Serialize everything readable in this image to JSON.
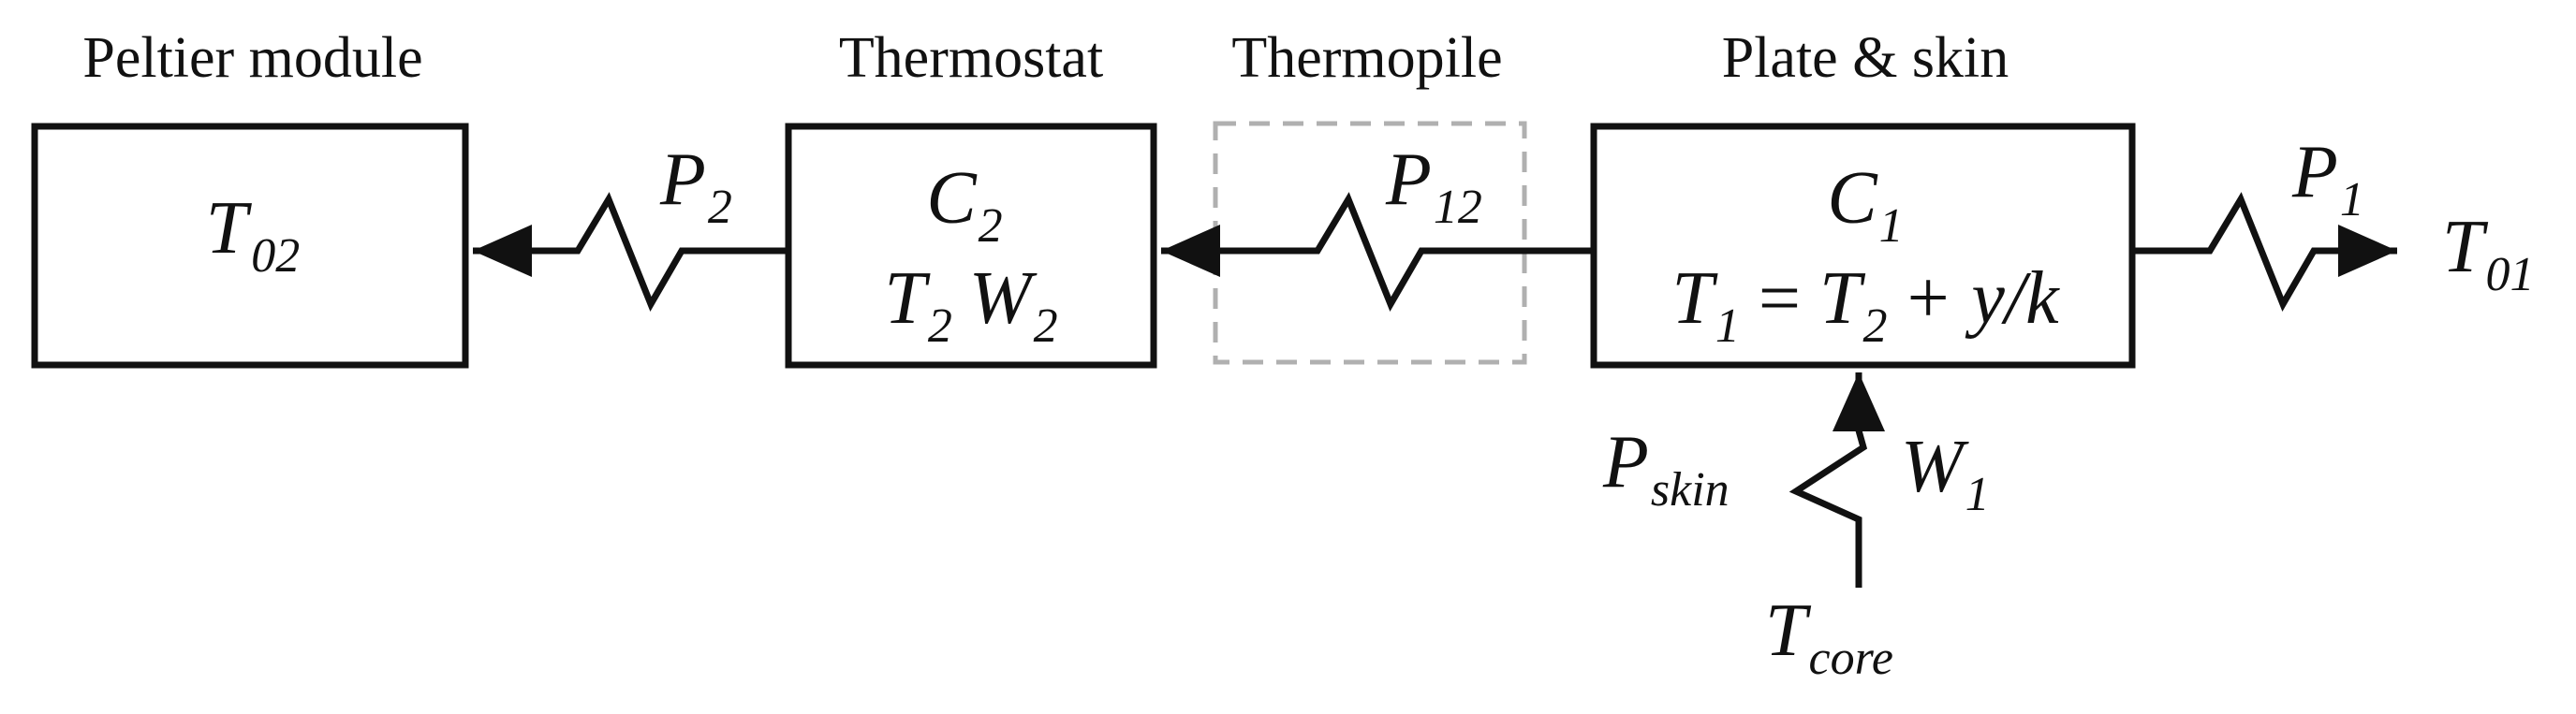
{
  "blocks": {
    "peltier": {
      "title": "Peltier module",
      "temp_sym": "T",
      "temp_sub": "02"
    },
    "thermostat": {
      "title": "Thermostat",
      "cap_sym": "C",
      "cap_sub": "2",
      "temp_sym": "T",
      "temp_sub": "2",
      "w_sym": "W",
      "w_sub": "2"
    },
    "thermopile": {
      "title": "Thermopile"
    },
    "plate": {
      "title": "Plate & skin",
      "cap_sym": "C",
      "cap_sub": "1",
      "lhs_sym": "T",
      "lhs_sub": "1",
      "equals": "=",
      "rhs_sym": "T",
      "rhs_sub": "2",
      "tail": "+ y/k"
    }
  },
  "flows": {
    "p2": {
      "sym": "P",
      "sub": "2"
    },
    "p12": {
      "sym": "P",
      "sub": "12"
    },
    "p1": {
      "sym": "P",
      "sub": "1"
    },
    "pskin": {
      "sym": "P",
      "sub": "skin"
    },
    "w1": {
      "sym": "W",
      "sub": "1"
    }
  },
  "terminals": {
    "t01": {
      "sym": "T",
      "sub": "01"
    },
    "tcore": {
      "sym": "T",
      "sub": "core"
    }
  },
  "colors": {
    "ink": "#111111",
    "dashed_box": "#b0b0b0"
  }
}
